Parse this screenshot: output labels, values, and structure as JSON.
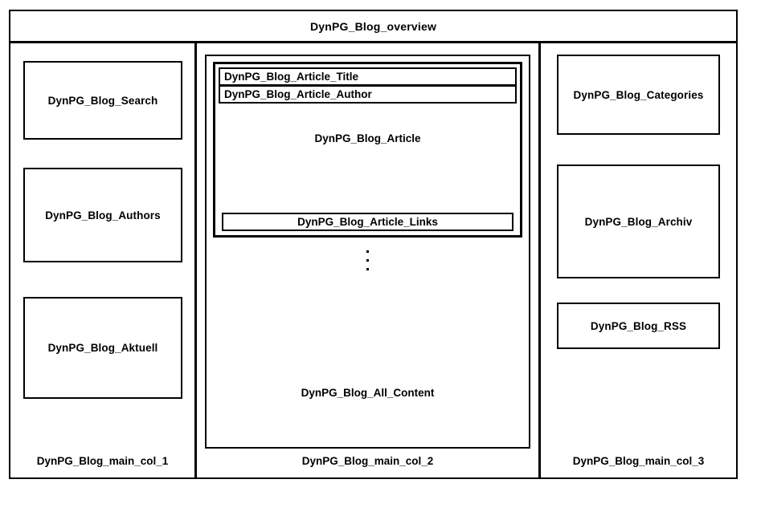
{
  "diagram": {
    "title": "DynPG_Blog_overview",
    "stroke_color": "#000000",
    "background_color": "#ffffff"
  },
  "columns": [
    {
      "id": "col-1",
      "caption": "DynPG_Blog_main_col_1",
      "boxes": [
        {
          "label": "DynPG_Blog_Search"
        },
        {
          "label": "DynPG_Blog_Authors"
        },
        {
          "label": "DynPG_Blog_Aktuell"
        }
      ]
    },
    {
      "id": "col-2",
      "caption": "DynPG_Blog_main_col_2",
      "container_label": "DynPG_Blog_All_Content",
      "article": {
        "title_label": "DynPG_Blog_Article_Title",
        "author_label": "DynPG_Blog_Article_Author",
        "body_label": "DynPG_Blog_Article",
        "links_label": "DynPG_Blog_Article_Links"
      },
      "repeat_indicator": "vertical-ellipsis"
    },
    {
      "id": "col-3",
      "caption": "DynPG_Blog_main_col_3",
      "boxes": [
        {
          "label": "DynPG_Blog_Categories"
        },
        {
          "label": "DynPG_Blog_Archiv"
        },
        {
          "label": "DynPG_Blog_RSS"
        }
      ]
    }
  ]
}
